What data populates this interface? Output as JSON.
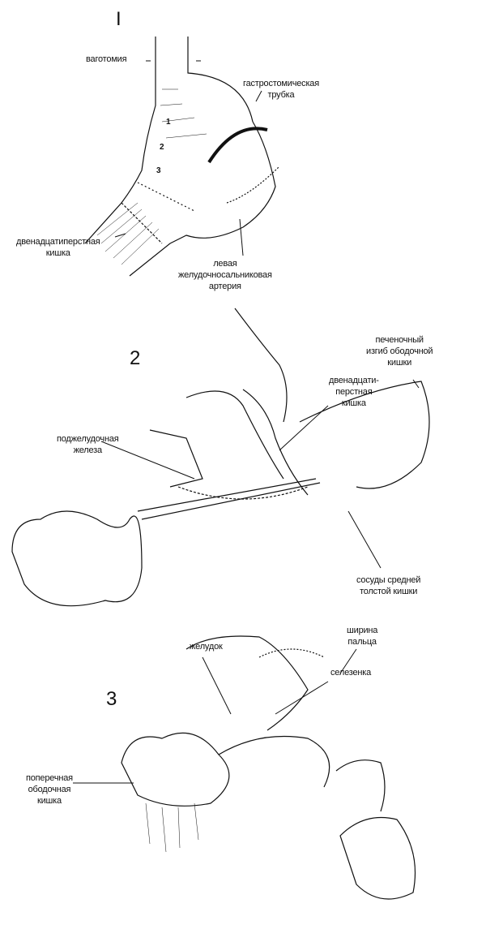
{
  "figure1": {
    "number": "I",
    "labels": {
      "vagotomy": "ваготомия",
      "gastrostomy_tube": [
        "гастростомическая",
        "трубка"
      ],
      "duodenum": [
        "двенадцатиперстная",
        "кишка"
      ],
      "left_gastroepiploic_artery": [
        "левая",
        "желудочносальниковая",
        "артерия"
      ]
    },
    "markers": [
      "1",
      "2",
      "3"
    ]
  },
  "figure2": {
    "number": "2",
    "labels": {
      "hepatic_flexure": [
        "печеночный",
        "изгиб ободочной",
        "кишки"
      ],
      "duodenum": [
        "двенадцати-",
        "перстная",
        "кишка"
      ],
      "pancreas": [
        "поджелудочная",
        "железа"
      ],
      "middle_colic_vessels": [
        "сосуды средней",
        "толстой кишки"
      ]
    }
  },
  "figure3": {
    "number": "3",
    "labels": {
      "stomach": "желудок",
      "finger_width": [
        "ширина",
        "пальца"
      ],
      "spleen": "селезенка",
      "transverse_colon": [
        "поперечная",
        "ободочная",
        "кишка"
      ]
    }
  }
}
